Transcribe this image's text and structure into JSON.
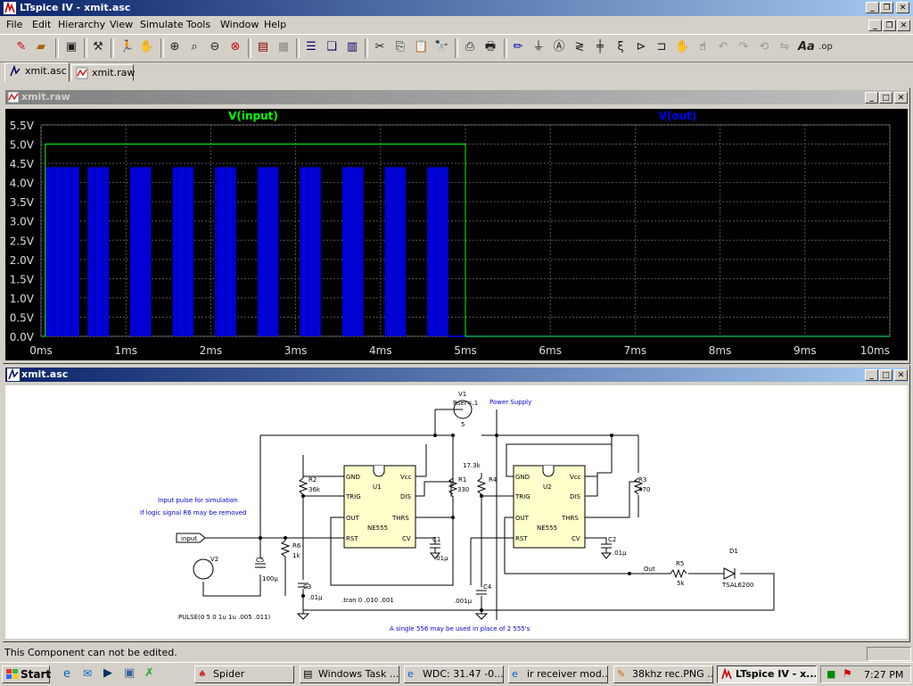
{
  "app": {
    "title": "LTspice IV - xmit.asc",
    "menu": [
      "File",
      "Edit",
      "Hierarchy",
      "View",
      "Simulate",
      "Tools",
      "Window",
      "Help"
    ],
    "tabs": [
      {
        "label": "xmit.asc",
        "icon": "schematic-icon"
      },
      {
        "label": "xmit.raw",
        "icon": "waveform-icon"
      }
    ],
    "toolbar_icons": [
      "new-schematic-icon",
      "open-icon",
      "save-icon",
      "control-panel-icon",
      "run-icon",
      "halt-icon",
      "zoom-in-icon",
      "zoom-rect-icon",
      "zoom-out-icon",
      "zoom-cancel-icon",
      "autorange-icon",
      "delete-trace-icon",
      "tile-horizontal-icon",
      "cascade-icon",
      "tile-vertical-icon",
      "cut-icon",
      "copy-icon",
      "paste-icon",
      "find-icon",
      "print-setup-icon",
      "print-icon",
      "wire-icon",
      "ground-icon",
      "label-icon",
      "resistor-icon",
      "capacitor-icon",
      "inductor-icon",
      "diode-icon",
      "component-icon",
      "move-icon",
      "drag-icon",
      "undo-icon",
      "redo-icon",
      "rotate-icon",
      "mirror-icon",
      "text-icon",
      "spice-directive-icon"
    ]
  },
  "plot_window": {
    "title": "xmit.raw",
    "traces": [
      {
        "label": "V(input)",
        "color": "#00ff00"
      },
      {
        "label": "V(out)",
        "color": "#0000ff"
      }
    ],
    "y_ticks": [
      "5.5V",
      "5.0V",
      "4.5V",
      "4.0V",
      "3.5V",
      "3.0V",
      "2.5V",
      "2.0V",
      "1.5V",
      "1.0V",
      "0.5V",
      "0.0V"
    ],
    "x_ticks": [
      "0ms",
      "1ms",
      "2ms",
      "3ms",
      "4ms",
      "5ms",
      "6ms",
      "7ms",
      "8ms",
      "9ms",
      "10ms"
    ]
  },
  "chart_data": {
    "type": "line",
    "x": [
      0,
      0.05,
      0.05,
      5.0,
      5.0,
      10.0
    ],
    "xunit": "ms",
    "xlim": [
      0,
      10
    ],
    "ylim": [
      0,
      5.5
    ],
    "series": [
      {
        "name": "V(input)",
        "x": [
          0,
          0.05,
          0.05,
          5.0,
          5.0,
          10.0
        ],
        "values": [
          0,
          0,
          5.0,
          5.0,
          0,
          0
        ]
      },
      {
        "name": "V(out)",
        "bursts_ms": [
          [
            0.05,
            0.45
          ],
          [
            0.55,
            0.8
          ],
          [
            1.05,
            1.3
          ],
          [
            1.55,
            1.8
          ],
          [
            2.05,
            2.3
          ],
          [
            2.55,
            2.8
          ],
          [
            3.05,
            3.3
          ],
          [
            3.55,
            3.8
          ],
          [
            4.05,
            4.3
          ],
          [
            4.55,
            4.8
          ]
        ],
        "high_value": 4.4,
        "low_value": 0
      }
    ],
    "grid": true
  },
  "schematic_window": {
    "title": "xmit.asc",
    "labels": {
      "v1": "V1",
      "v1_value": "5",
      "v1_param": "Rser=.1",
      "power_supply": "Power Supply",
      "u1_name": "U1",
      "u1_part": "NE555",
      "u2_name": "U2",
      "u2_part": "NE555",
      "pin_gnd": "GND",
      "pin_trig": "TRIG",
      "pin_out": "OUT",
      "pin_rst": "RST",
      "pin_vcc": "Vcc",
      "pin_dis": "DIS",
      "pin_thrs": "THRS",
      "pin_cv": "CV",
      "r1": "R1",
      "r1_val": "330",
      "r2": "R2",
      "r2_val": "36k",
      "r3": "R3",
      "r3_val": "470",
      "r4": "R4",
      "r4_val": "17.3k",
      "r5": "R5",
      "r5_val": "5k",
      "r6": "R6",
      "r6_val": "1k",
      "c1": "C1",
      "c1_val": ".01µ",
      "c2": "C2",
      "c2_val": ".01µ",
      "c3": "C3",
      "c3_val": ".01µ",
      "c4": "C4",
      "c4_val": ".001µ",
      "c5": "C5",
      "c5_val": "100µ",
      "v2": "V2",
      "d1": "D1",
      "d1_part": "TSAL6200",
      "out_label": "Out",
      "input_flag": "input",
      "note1": "Input pulse for simulation",
      "note2": "If logic signal R6 may be removed",
      "pulse": "PULSE(0 5 0 1u 1u .005 .011)",
      "tran": ".tran 0 .010 .001",
      "note3": "A single 556 may be used in place of 2 555's"
    }
  },
  "status": {
    "text": "This Component can not be edited."
  },
  "taskbar": {
    "start": "Start",
    "buttons": [
      {
        "label": "Spider"
      },
      {
        "label": "Windows Task ..."
      },
      {
        "label": "WDC: 31.47 -0..."
      },
      {
        "label": "ir receiver mod..."
      },
      {
        "label": "38khz rec.PNG ..."
      },
      {
        "label": "LTspice IV - x...",
        "active": true
      }
    ],
    "clock": "7:27 PM"
  },
  "colors": {
    "titlebar": "#0a246a",
    "plot_bg": "#000000",
    "grid": "#555555",
    "vinput": "#00ff00",
    "vout": "#0000ff",
    "schematic_text_blue": "#0000cc"
  }
}
